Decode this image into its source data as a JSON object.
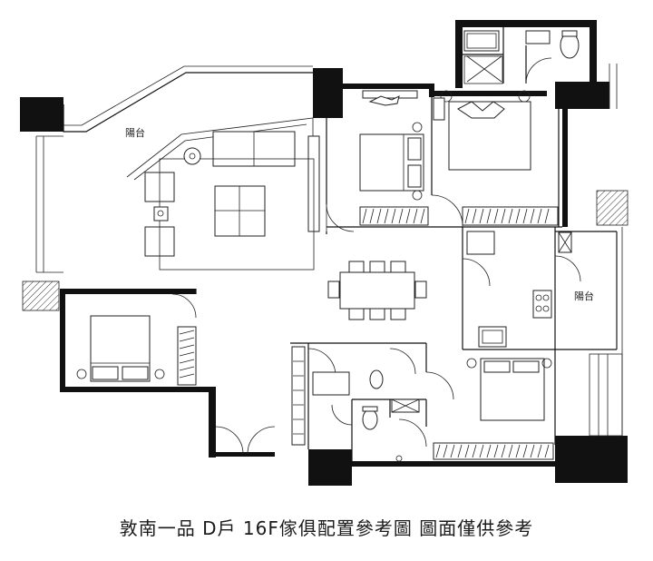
{
  "labels": {
    "balcony_top": "陽台",
    "balcony_right": "陽台"
  },
  "caption": "敦南一品 D戶 16F傢俱配置參考圖 圖面僅供參考"
}
